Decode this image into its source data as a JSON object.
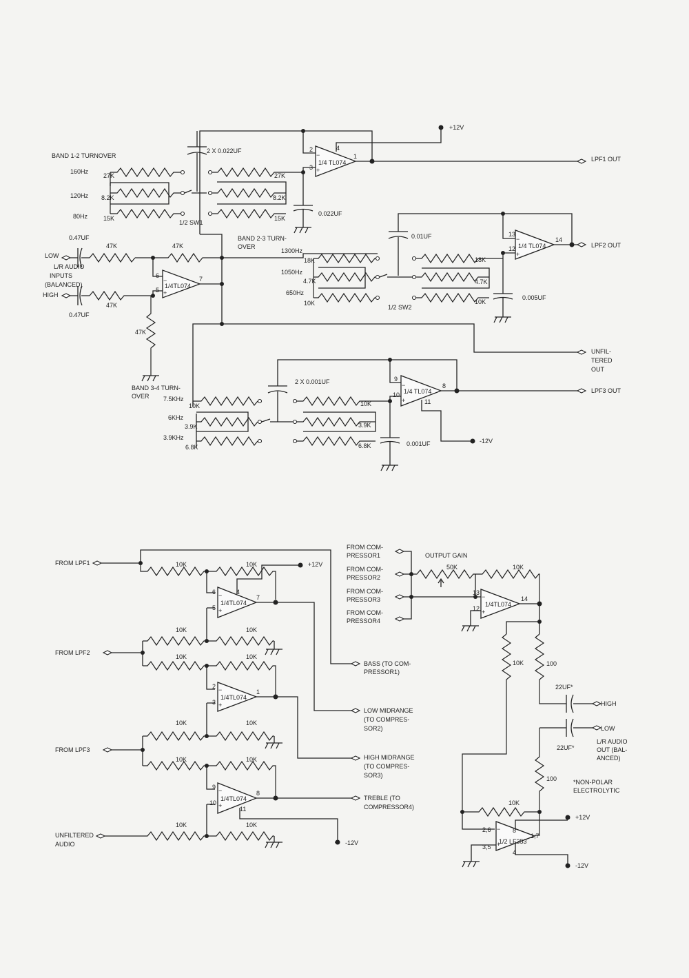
{
  "upper": {
    "labels": {
      "band12": "BAND 1-2 TURNOVER",
      "band23a": "BAND 2-3 TURN-",
      "band23b": "OVER",
      "band34a": "BAND 3-4 TURN-",
      "band34b": "OVER",
      "cap_2x022": "2 X 0.022UF",
      "cap_022": "0.022UF",
      "cap_001": "0.01UF",
      "cap_005": "0.005UF",
      "cap_2x0001": "2 X 0.001UF",
      "cap_0001": "0.001UF",
      "cap_047a": "0.47UF",
      "cap_047b": "0.47UF",
      "sw1": "1/2 SW1",
      "sw2": "1/2 SW2",
      "plus12": "+12V",
      "minus12": "-12V",
      "in_low": "LOW",
      "in_high": "HIGH",
      "in_desc": [
        "L/R AUDIO",
        "INPUTS",
        "(BALANCED)"
      ]
    },
    "freq": {
      "f160": "160Hz",
      "f120": "120Hz",
      "f80": "80Hz",
      "f1300": "1300Hz",
      "f1050": "1050Hz",
      "f650": "650Hz",
      "f7500": "7.5KHz",
      "f6000": "6KHz",
      "f3900": "3.9KHz"
    },
    "res": {
      "r27a": "27K",
      "r27b": "27K",
      "r82a": "8.2K",
      "r82b": "8.2K",
      "r15a": "15K",
      "r15b": "15K",
      "r47a": "47K",
      "r47b": "47K",
      "r47c": "47K",
      "r47d": "47K",
      "r18a": "18K",
      "r18b": "18K",
      "r47ka": "4.7K",
      "r47kb": "4.7K",
      "r10a": "10K",
      "r10b": "10K",
      "r10c": "10K",
      "r10d": "10K",
      "r39a": "3.9K",
      "r39b": "3.9K",
      "r68a": "6.8K",
      "r68b": "6.8K"
    },
    "opamps": {
      "u1": "1/4 TL074",
      "u2": "1/4 TL074",
      "u3": "1/4TL074",
      "u4": "1/4 TL074"
    },
    "outputs": {
      "lpf1": "LPF1 OUT",
      "lpf2": "LPF2 OUT",
      "unf": [
        "UNFIL-",
        "TERED",
        "OUT"
      ],
      "lpf3": "LPF3 OUT"
    }
  },
  "lower": {
    "inputs": {
      "lpf1": "FROM LPF1",
      "lpf2": "FROM LPF2",
      "lpf3": "FROM LPF3",
      "unf": [
        "UNFILTERED",
        "AUDIO"
      ]
    },
    "opamps": {
      "a": "1/4TL074",
      "b": "1/4TL074",
      "c": "1/4TL074",
      "d": "1/4TL074",
      "e": "1/2 LF353"
    },
    "outputs": {
      "bass": [
        "BASS (TO COM-",
        "PRESSOR1)"
      ],
      "low": [
        "LOW MIDRANGE",
        "(TO COMPRES-",
        "SOR2)"
      ],
      "high": [
        "HIGH MIDRANGE",
        "(TO COMPRES-",
        "SOR3)"
      ],
      "treble": [
        "TREBLE (TO",
        "COMPRESSOR4)"
      ]
    },
    "comp": {
      "c1": [
        "FROM COM-",
        "PRESSOR1"
      ],
      "c2": [
        "FROM COM-",
        "PRESSOR2"
      ],
      "c3": [
        "FROM COM-",
        "PRESSOR3"
      ],
      "c4": [
        "FROM COM-",
        "PRESSOR4"
      ]
    },
    "labels": {
      "output_gain": "OUTPUT GAIN",
      "pot": "50K",
      "r10k": "10K",
      "r100": "100",
      "cap22a": "22UF*",
      "cap22b": "22UF*",
      "out_high": "HIGH",
      "out_low": "LOW",
      "out_desc": [
        "L/R AUDIO",
        "OUT (BAL-",
        "ANCED)"
      ],
      "note": [
        "*NON-POLAR",
        "ELECTROLYTIC"
      ],
      "plus12": "+12V",
      "minus12": "-12V"
    }
  }
}
